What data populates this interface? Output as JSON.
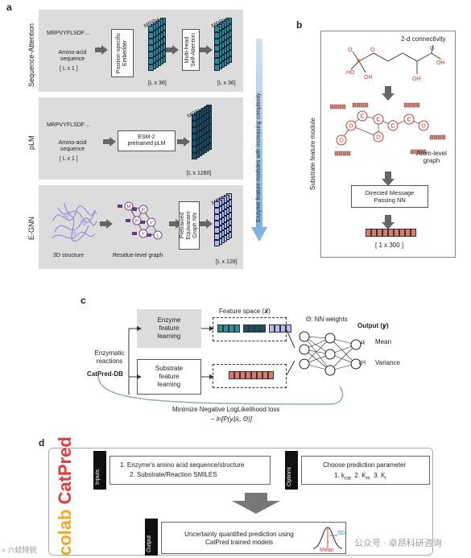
{
  "panel_labels": {
    "a": "a",
    "b": "b",
    "c": "c",
    "d": "d"
  },
  "panel_a": {
    "row1": {
      "side_label": "Sequence-Attention",
      "seq": "MRPVYFLSDF…",
      "input_desc": "Amino-acid\nsequence",
      "input_dim": "[ L x 1 ]",
      "embedder": "Position-specific\nEmbedder",
      "stack1_label": "MRPV…",
      "dim1": "[L x 36]",
      "attention": "Multi-head\nSelf-Attention",
      "stack2_label": "MRPV…",
      "dim2": "[L x 36]"
    },
    "row2": {
      "side_label": "pLM",
      "seq": "MRPVYFLSDF…",
      "input_desc": "Amino-acid\nsequence",
      "input_dim": "[ L x 1 ]",
      "model": "ESM-2\npretrained pLM",
      "stack_label": "MRPV…",
      "dim": "[L x 1280]"
    },
    "row3": {
      "side_label": "E-GNN",
      "struct_label": "3D structure",
      "graph_label": "Residue-level graph",
      "nodes": [
        "M",
        "R",
        "P",
        "V",
        "Y",
        "L"
      ],
      "model": "Pretrained\nEquivariant\nGraph NN",
      "stack_label": "MRPV…",
      "dim": "[L x 128]"
    },
    "complexity_label": "Enzyme feature modules with increasing complexity"
  },
  "panel_b": {
    "side_label": "Substrate feature module",
    "title": "2-d connectivity",
    "atoms": [
      "O",
      "O",
      "C",
      "C",
      "C",
      "C",
      "O",
      "O"
    ],
    "graph_label": "Atom-level\ngraph",
    "model": "Directed Message\nPassing NN",
    "dim": "[ 1 x 300 ]"
  },
  "panel_c": {
    "feature_space": "Feature space (𝒙̄)",
    "weights": "Θ: NN weights",
    "output": "Output (𝒚)",
    "enzyme_box": "Enzyme\nfeature\nlearning",
    "substrate_box": "Substrate\nfeature\nlearning",
    "reactions": "Enzymatic\nreactions",
    "db": "CatPred-DB",
    "mean_sym": "μᵢ",
    "mean": "Mean",
    "var_sym": "σ²ᵢ",
    "variance": "Variance",
    "loss": "Minimize Negative LogLikelihood loss",
    "loss_formula": "− ln[P(yᵢ|x̄ᵢ, Θ)]"
  },
  "panel_d": {
    "logo_colab": "colab",
    "logo_catpred": "CatPred",
    "inputs_tag": "Inputs",
    "input_items": [
      "1.   Enzyme's amino acid sequence/structure",
      "2.   Substrate/Reaction SMILES"
    ],
    "options_tag": "Options",
    "options_title": "Choose prediction parameter",
    "options_items": "1. k",
    "opt1": "1. k",
    "opt1_sub": "cat",
    "opt2": "2. K",
    "opt2_sub": "m",
    "opt3": "3. K",
    "opt3_sub": "i",
    "output_tag": "Output",
    "output_text": "Uncertainty quantified prediction using\nCatPred trained models",
    "sd": "SD",
    "mean": "Mean"
  },
  "watermark_left": "⌕ 六蛙特锐",
  "watermark_right": "公众号 · 卓昂科研咨询",
  "colors": {
    "teal": "#2e8b9a",
    "dark_teal": "#1c4f63",
    "lavender": "#b8b8f0",
    "salmon": "#e07a68",
    "panel_gray": "#dcdcdc",
    "arrow_gray": "#666666",
    "complexity_blue": "#7fb0e6"
  }
}
